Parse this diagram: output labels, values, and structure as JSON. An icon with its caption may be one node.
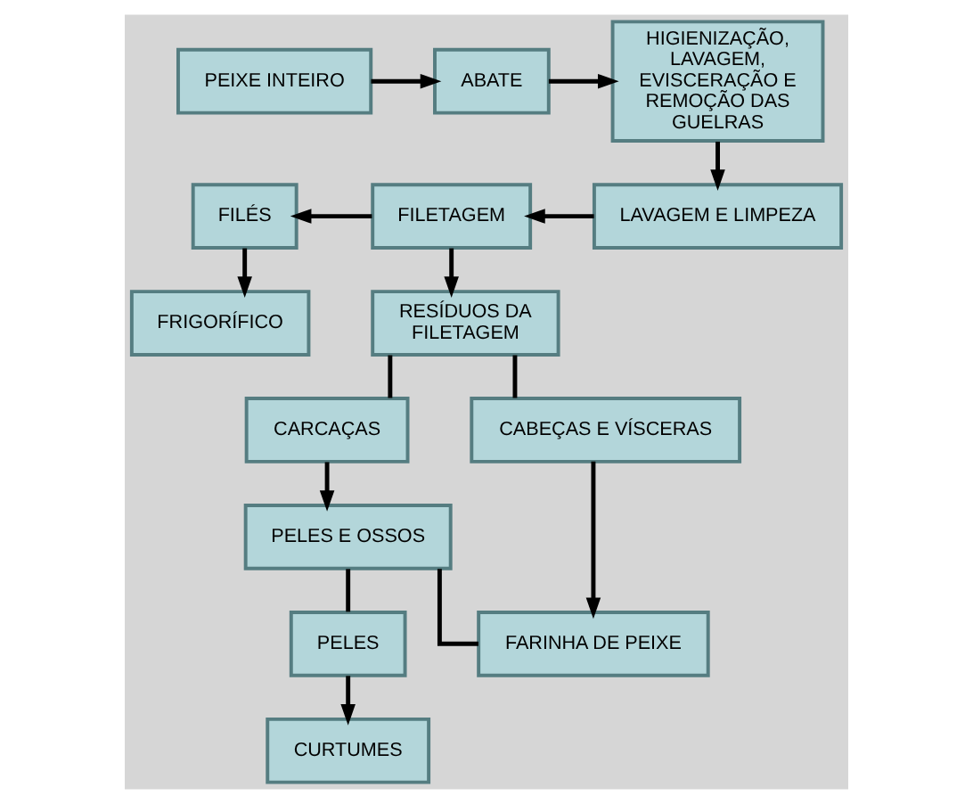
{
  "diagram": {
    "nodes": [
      {
        "text": [
          "PEIXE INTEIRO"
        ]
      },
      {
        "text": [
          "ABATE"
        ]
      },
      {
        "text": [
          "HIGIENIZAÇÃO, LAVAGEM, EVISCERAÇÃO E REMOÇÃO DAS GUELRAS"
        ]
      },
      {
        "text": [
          "FILÉS"
        ]
      },
      {
        "text": [
          "FILETAGEM"
        ]
      },
      {
        "text": [
          "LAVAGEM E LIMPEZA"
        ]
      },
      {
        "text": [
          "FRIGORÍFICO"
        ]
      },
      {
        "text": [
          "RESÍDUOS DA FILETAGEM"
        ]
      },
      {
        "text": [
          "CARCAÇAS"
        ]
      },
      {
        "text": [
          "CABEÇAS E VÍSCERAS"
        ]
      },
      {
        "text": [
          "PELES E OSSOS"
        ]
      },
      {
        "text": [
          "PELES"
        ]
      },
      {
        "text": [
          "FARINHA DE PEIXE"
        ]
      },
      {
        "text": [
          "CURTUMES"
        ]
      }
    ],
    "edges": [
      {
        "from": 0,
        "to": 1,
        "arrow": "to"
      },
      {
        "from": 1,
        "to": 2,
        "arrow": "to"
      },
      {
        "from": 2,
        "to": 5,
        "arrow": "to"
      },
      {
        "from": 5,
        "to": 4,
        "arrow": "to"
      },
      {
        "from": 4,
        "to": 3,
        "arrow": "to"
      },
      {
        "from": 3,
        "to": 6,
        "arrow": "to"
      },
      {
        "from": 4,
        "to": 7,
        "arrow": "to"
      },
      {
        "from": 7,
        "to": 8,
        "arrow": "none"
      },
      {
        "from": 7,
        "to": 9,
        "arrow": "none"
      },
      {
        "from": 8,
        "to": 10,
        "arrow": "to"
      },
      {
        "from": 10,
        "to": 11,
        "arrow": "none"
      },
      {
        "from": 10,
        "to": 12,
        "arrow": "none"
      },
      {
        "from": 9,
        "to": 12,
        "arrow": "to"
      },
      {
        "from": 11,
        "to": 13,
        "arrow": "to"
      }
    ]
  }
}
